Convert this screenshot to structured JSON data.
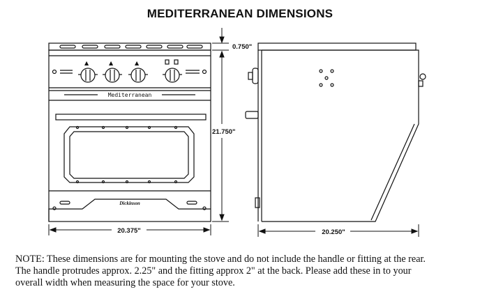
{
  "title": "MEDITERRANEAN DIMENSIONS",
  "front_view": {
    "brand_label": "Mediterranean",
    "logo_text": "Dickinson",
    "width_label": "20.375\"",
    "height_label": "21.750\"",
    "top_label": "0.750\""
  },
  "side_view": {
    "depth_label": "20.250\""
  },
  "note": {
    "line1": "NOTE:  These dimensions are for mounting the stove and do not include the handle or fitting at the rear.",
    "line2": "The handle protrudes approx. 2.25\" and the fitting approx 2\" at the back.  Please add these in to your",
    "line3": "overall width when measuring the space for your stove."
  }
}
